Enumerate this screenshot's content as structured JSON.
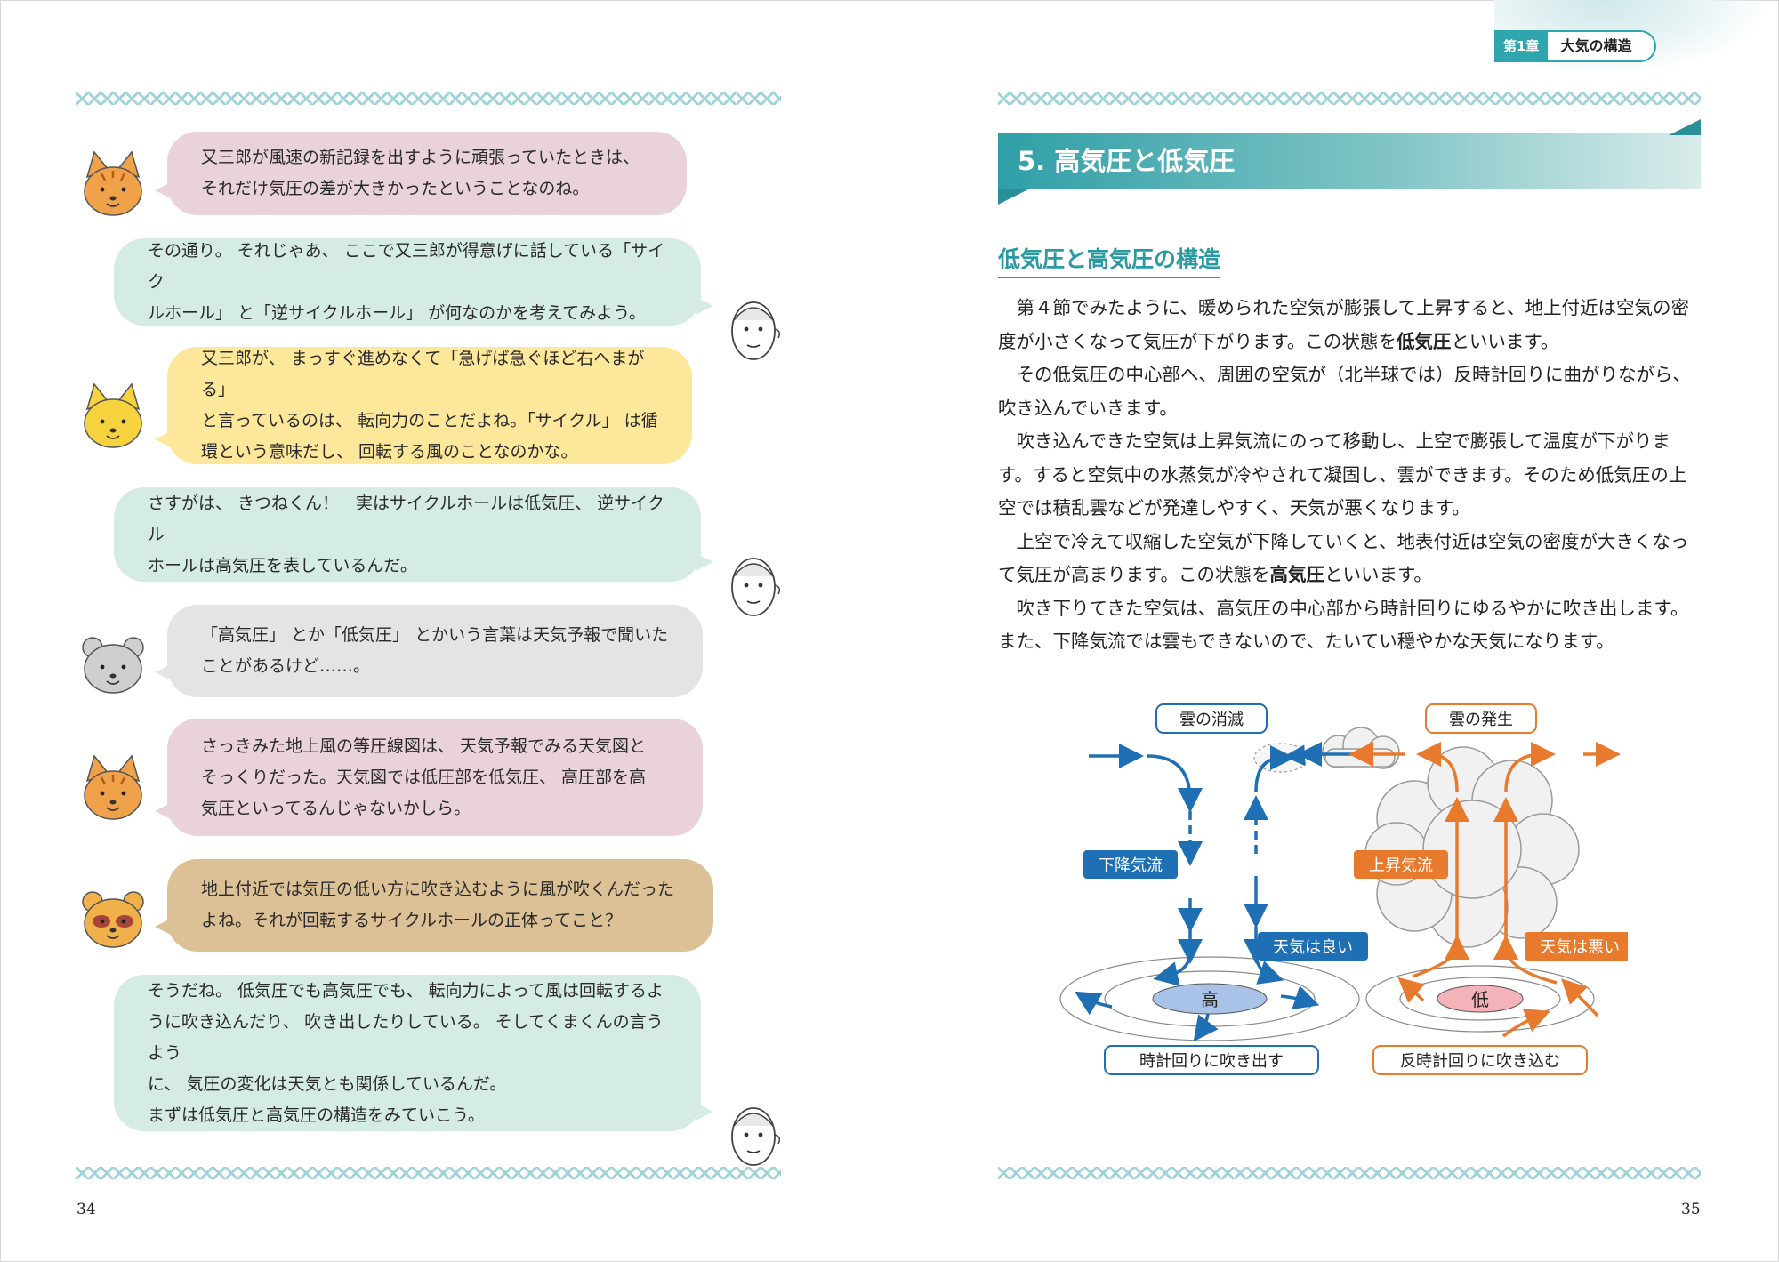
{
  "chapter": {
    "number": "第1章",
    "title": "大気の構造"
  },
  "section": {
    "title": "5. 高気圧と低気圧",
    "subtitle": "低気圧と高気圧の構造"
  },
  "dialogue": [
    {
      "speaker": "cat",
      "lines": [
        "又三郎が風速の新記録を出すように頑張っていたときは、",
        "それだけ気圧の差が大きかったということなのね。"
      ]
    },
    {
      "speaker": "teacher",
      "lines": [
        "その通り。 それじゃあ、 ここで又三郎が得意げに話している「サイク",
        "ルホール」 と「逆サイクルホール」 が何なのかを考えてみよう。"
      ]
    },
    {
      "speaker": "fox",
      "lines": [
        "又三郎が、 まっすぐ進めなくて「急げば急ぐほど右へまがる」",
        "と言っているのは、 転向力のことだよね。「サイクル」 は循",
        "環という意味だし、 回転する風のことなのかな。"
      ]
    },
    {
      "speaker": "teacher",
      "lines": [
        "さすがは、 きつねくん！　実はサイクルホールは低気圧、 逆サイクル",
        "ホールは高気圧を表しているんだ。"
      ]
    },
    {
      "speaker": "bear",
      "lines": [
        "「高気圧」 とか「低気圧」 とかいう言葉は天気予報で聞いた",
        "ことがあるけど……。"
      ]
    },
    {
      "speaker": "cat",
      "lines": [
        "さっきみた地上風の等圧線図は、 天気予報でみる天気図と",
        "そっくりだった。天気図では低圧部を低気圧、 高圧部を高",
        "気圧といってるんじゃないかしら。"
      ]
    },
    {
      "speaker": "tanuki",
      "lines": [
        "地上付近では気圧の低い方に吹き込むように風が吹くんだった",
        "よね。それが回転するサイクルホールの正体ってこと？"
      ]
    },
    {
      "speaker": "teacher",
      "lines": [
        "そうだね。 低気圧でも高気圧でも、 転向力によって風は回転するよ",
        "うに吹き込んだり、 吹き出したりしている。 そしてくまくんの言うよう",
        "に、 気圧の変化は天気とも関係しているんだ。",
        "まずは低気圧と高気圧の構造をみていこう。"
      ]
    }
  ],
  "paragraphs": [
    {
      "before": "第４節でみたように、暖められた空気が膨張して上昇すると、地上付近は空気の密度が小さくなって気圧が下がります。この状態を",
      "bold": "低気圧",
      "after": "といいます。"
    },
    {
      "before": "その低気圧の中心部へ、周囲の空気が（北半球では）反時計回りに曲がりながら、吹き込んでいきます。",
      "bold": "",
      "after": ""
    },
    {
      "before": "吹き込んできた空気は上昇気流にのって移動し、上空で膨張して温度が下がります。すると空気中の水蒸気が冷やされて凝固し、雲ができます。そのため低気圧の上空では積乱雲などが発達しやすく、天気が悪くなります。",
      "bold": "",
      "after": ""
    },
    {
      "before": "上空で冷えて収縮した空気が下降していくと、地表付近は空気の密度が大きくなって気圧が高まります。この状態を",
      "bold": "高気圧",
      "after": "といいます。"
    },
    {
      "before": "吹き下りてきた空気は、高気圧の中心部から時計回りにゆるやかに吹き出します。また、下降気流では雲もできないので、たいてい穏やかな天気になります。",
      "bold": "",
      "after": ""
    }
  ],
  "diagram": {
    "cloud_vanish": "雲の消滅",
    "cloud_form": "雲の発生",
    "downdraft": "下降気流",
    "updraft": "上昇気流",
    "weather_good": "天気は良い",
    "weather_bad": "天気は悪い",
    "high": "高",
    "low": "低",
    "clockwise": "時計回りに吹き出す",
    "counterclockwise": "反時計回りに吹き込む",
    "colors": {
      "blue": "#1f6fb5",
      "orange": "#e87a2e",
      "high_fill": "#a9c3e8",
      "low_fill": "#f3b3b8"
    }
  },
  "page_numbers": {
    "left": "34",
    "right": "35"
  }
}
